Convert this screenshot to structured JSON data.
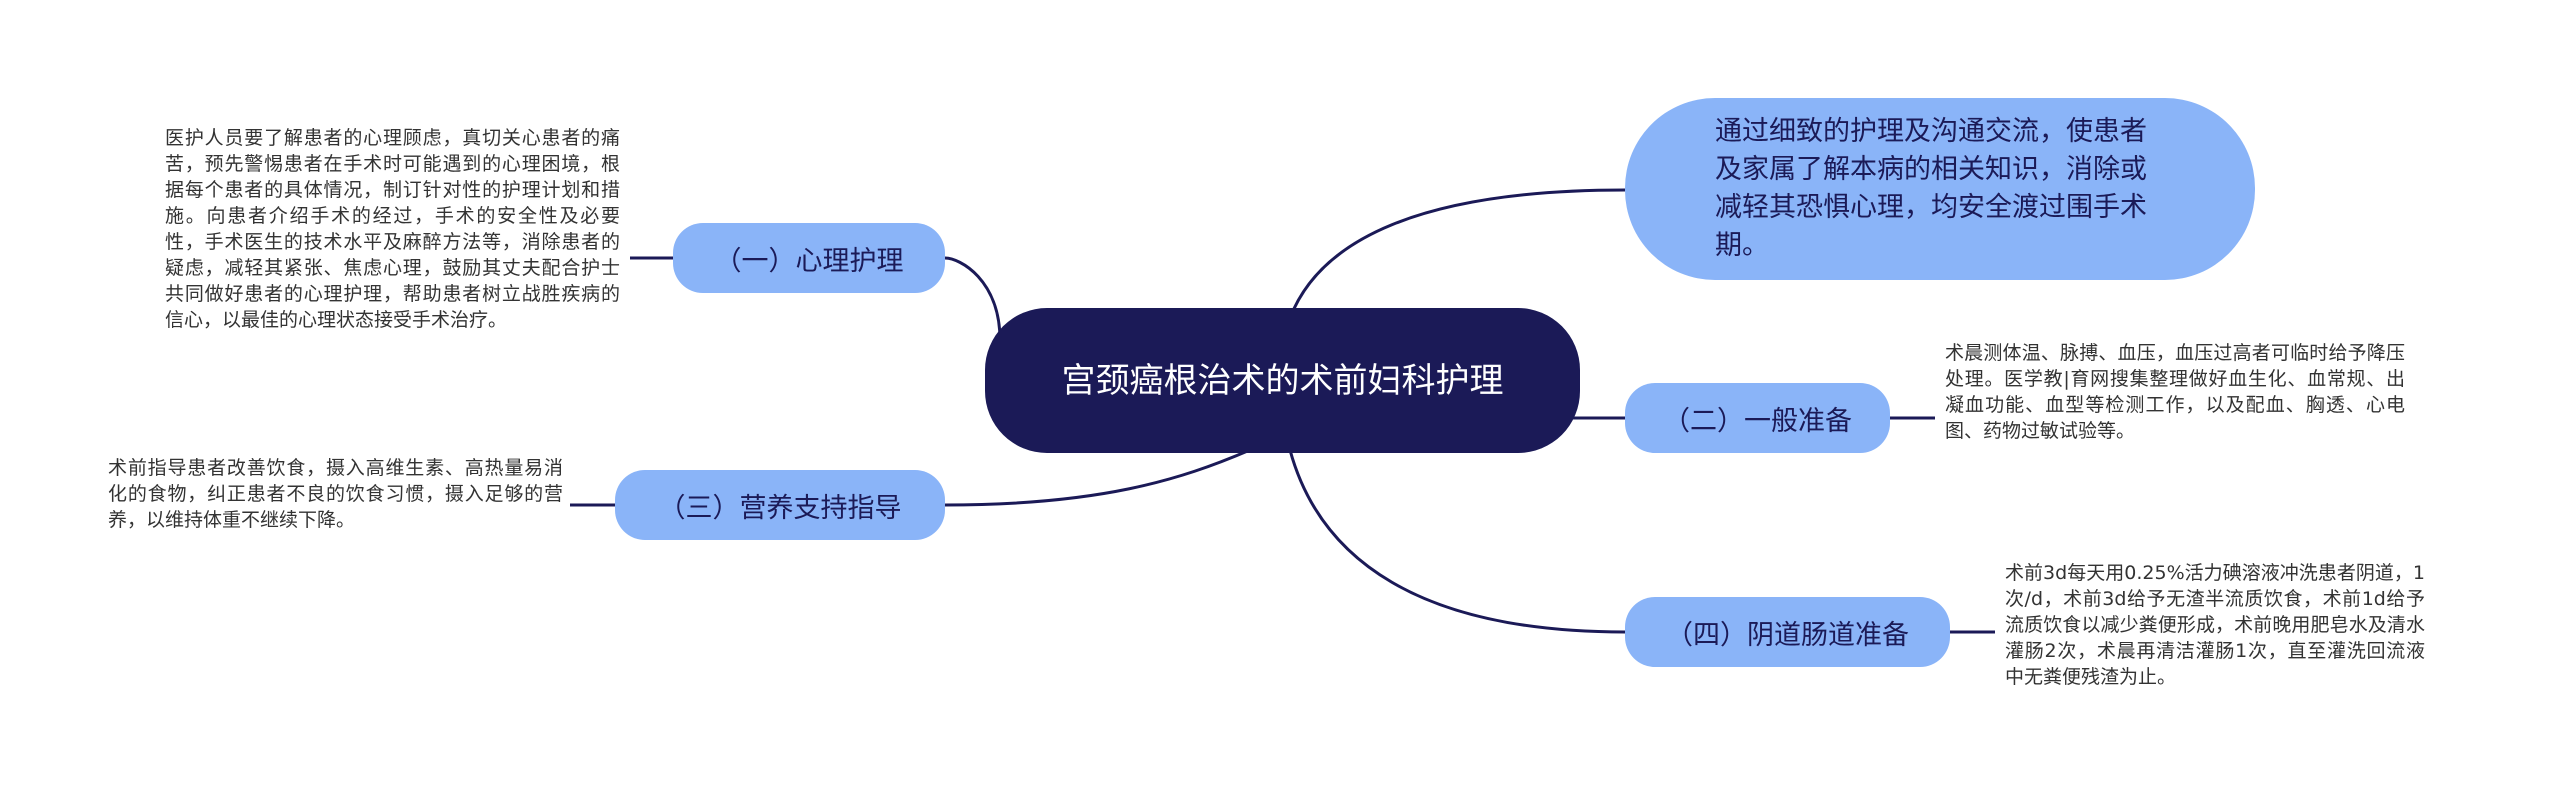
{
  "colors": {
    "center_bg": "#1b1a57",
    "branch_bg": "#8ab4f8",
    "line": "#1b1a57"
  },
  "center": {
    "title": "宫颈癌根治术的术前妇科护理"
  },
  "branches": [
    {
      "label": "（一）心理护理",
      "detail": "医护人员要了解患者的心理顾虑，真切关心患者的痛苦，预先警惕患者在手术时可能遇到的心理困境，根据每个患者的具体情况，制订针对性的护理计划和措施。向患者介绍手术的经过，手术的安全性及必要性，手术医生的技术水平及麻醉方法等，消除患者的疑虑，减轻其紧张、焦虑心理，鼓励其丈夫配合护士共同做好患者的心理护理，帮助患者树立战胜疾病的信心，以最佳的心理状态接受手术治疗。"
    },
    {
      "label": "（三）营养支持指导",
      "detail": "术前指导患者改善饮食，摄入高维生素、高热量易消化的食物，纠正患者不良的饮食习惯，摄入足够的营养，以维持体重不继续下降。"
    },
    {
      "label": "（二）一般准备",
      "detail": "术晨测体温、脉搏、血压，血压过高者可临时给予降压处理。医学教|育网搜集整理做好血生化、血常规、出凝血功能、血型等检测工作，以及配血、胸透、心电图、药物过敏试验等。"
    },
    {
      "label": "（四）阴道肠道准备",
      "detail": "术前3d每天用0.25%活力碘溶液冲洗患者阴道，1次/d，术前3d给予无渣半流质饮食，术前1d给予流质饮食以减少粪便形成，术前晚用肥皂水及清水灌肠2次，术晨再清洁灌肠1次，直至灌洗回流液中无粪便残渣为止。"
    }
  ],
  "summary": {
    "text": "通过细致的护理及沟通交流，使患者及家属了解本病的相关知识，消除或减轻其恐惧心理，均安全渡过围手术期。"
  }
}
